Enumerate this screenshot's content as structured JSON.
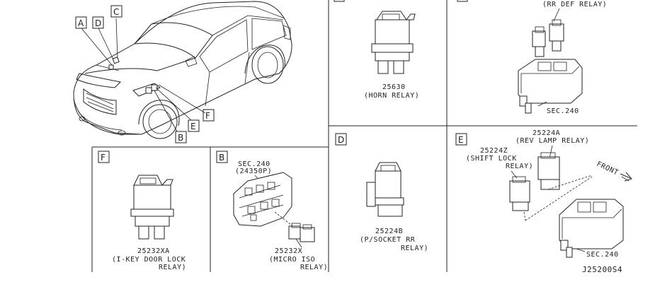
{
  "callouts": {
    "a": "A",
    "b": "B",
    "c": "C",
    "d": "D",
    "e": "E",
    "f": "F"
  },
  "panel_f": {
    "letter": "F",
    "part_no": "25232XA",
    "name_line1": "(I-KEY DOOR LOCK",
    "name_line2": "RELAY)"
  },
  "panel_b": {
    "letter": "B",
    "sec_no": "SEC.240",
    "sec_part": "(24350P)",
    "part_no": "25232X",
    "name_line1": "(MICRO ISO",
    "name_line2": "RELAY)"
  },
  "panel_horn": {
    "part_no": "25630",
    "name": "(HORN RELAY)"
  },
  "panel_rrdef": {
    "name": "(RR DEF RELAY)",
    "sec_no": "SEC.240"
  },
  "panel_d": {
    "letter": "D",
    "part_no": "25224B",
    "name_line1": "(P/SOCKET RR",
    "name_line2": "RELAY)"
  },
  "panel_e": {
    "letter": "E",
    "rev_part_no": "25224A",
    "rev_name": "(REV LAMP RELAY)",
    "shift_part_no": "25224Z",
    "shift_name_line1": "(SHIFT LOCK",
    "shift_name_line2": "RELAY)",
    "front_label": "FRONT",
    "sec_no": "SEC.240"
  },
  "diagram_code": "J25200S4"
}
